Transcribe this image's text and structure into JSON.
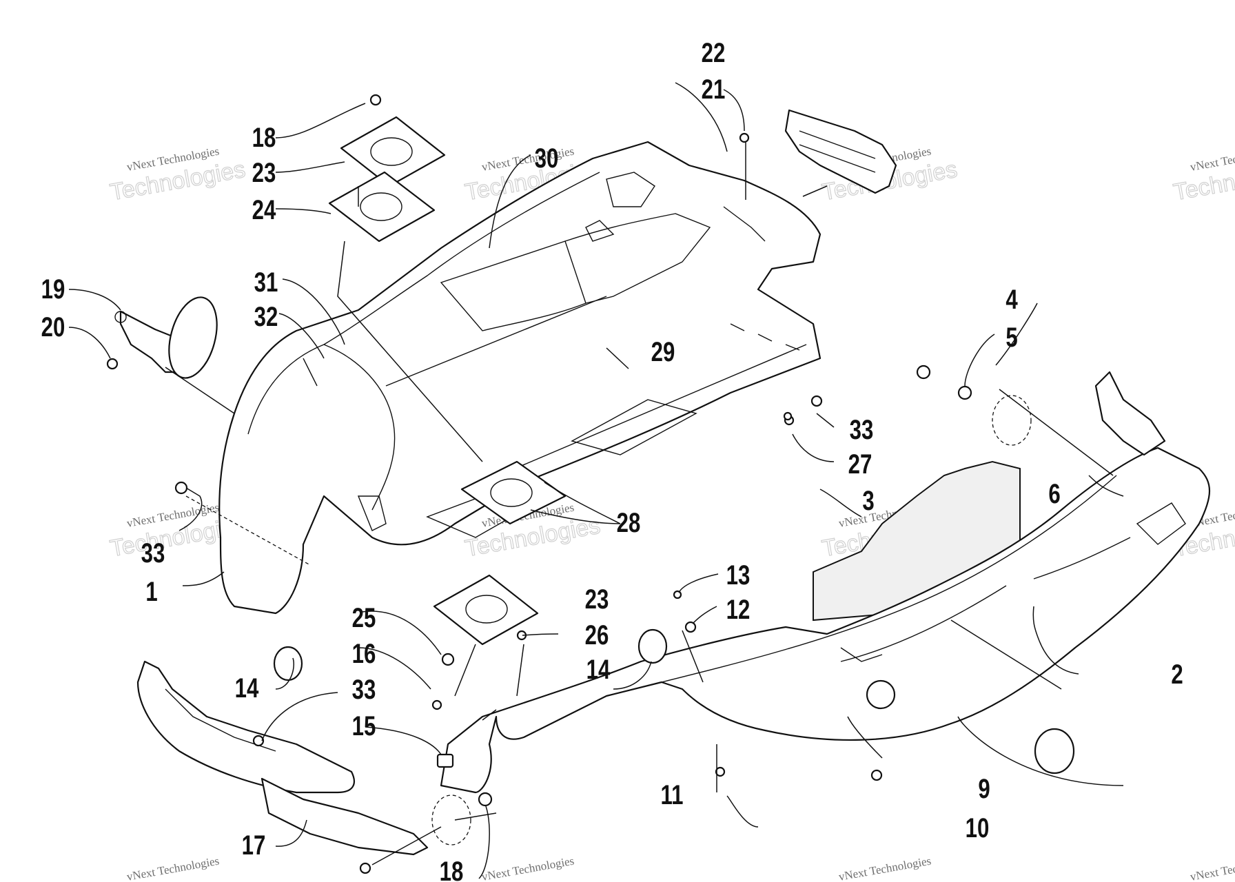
{
  "diagram": {
    "watermark_line1": "vNext Technologies",
    "watermark_line2": "Technologies",
    "callouts": [
      {
        "id": "c1",
        "text": "1"
      },
      {
        "id": "c2",
        "text": "2"
      },
      {
        "id": "c3",
        "text": "3"
      },
      {
        "id": "c4",
        "text": "4"
      },
      {
        "id": "c5",
        "text": "5"
      },
      {
        "id": "c6",
        "text": "6"
      },
      {
        "id": "c9",
        "text": "9"
      },
      {
        "id": "c10",
        "text": "10"
      },
      {
        "id": "c11",
        "text": "11"
      },
      {
        "id": "c12",
        "text": "12"
      },
      {
        "id": "c13",
        "text": "13"
      },
      {
        "id": "c14a",
        "text": "14"
      },
      {
        "id": "c14b",
        "text": "14"
      },
      {
        "id": "c15",
        "text": "15"
      },
      {
        "id": "c16",
        "text": "16"
      },
      {
        "id": "c17",
        "text": "17"
      },
      {
        "id": "c18a",
        "text": "18"
      },
      {
        "id": "c18b",
        "text": "18"
      },
      {
        "id": "c19",
        "text": "19"
      },
      {
        "id": "c20",
        "text": "20"
      },
      {
        "id": "c21",
        "text": "21"
      },
      {
        "id": "c22",
        "text": "22"
      },
      {
        "id": "c23a",
        "text": "23"
      },
      {
        "id": "c23b",
        "text": "23"
      },
      {
        "id": "c24",
        "text": "24"
      },
      {
        "id": "c25",
        "text": "25"
      },
      {
        "id": "c26",
        "text": "26"
      },
      {
        "id": "c27",
        "text": "27"
      },
      {
        "id": "c28",
        "text": "28"
      },
      {
        "id": "c29",
        "text": "29"
      },
      {
        "id": "c30",
        "text": "30"
      },
      {
        "id": "c31",
        "text": "31"
      },
      {
        "id": "c32",
        "text": "32"
      },
      {
        "id": "c33a",
        "text": "33"
      },
      {
        "id": "c33b",
        "text": "33"
      },
      {
        "id": "c33c",
        "text": "33"
      }
    ]
  }
}
